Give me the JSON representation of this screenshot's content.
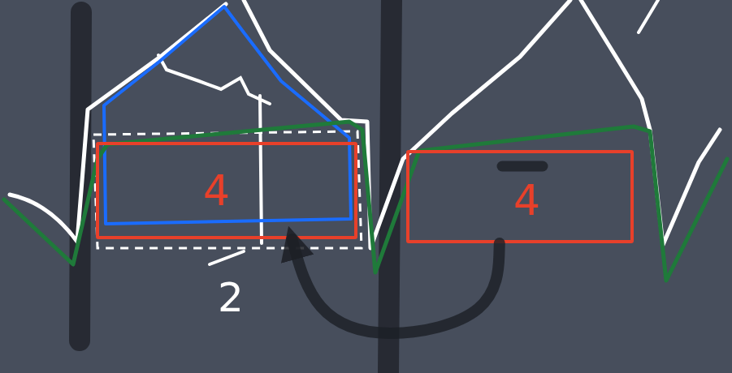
{
  "diagram": {
    "nodes": [
      {
        "text": [
          "4"
        ]
      },
      {
        "text": [
          "4"
        ]
      }
    ],
    "edges": [
      {
        "from": 1,
        "to": 0,
        "arrow": "to"
      }
    ],
    "labels": [
      "2"
    ]
  }
}
